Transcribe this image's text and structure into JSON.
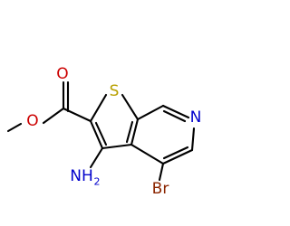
{
  "molecule": {
    "atoms": {
      "sulfur": {
        "symbol": "S",
        "color": "#b8a000"
      },
      "ring_nitrogen": {
        "symbol": "N",
        "color": "#0000cc"
      },
      "carbonyl_oxygen": {
        "symbol": "O",
        "color": "#cc0000"
      },
      "ester_oxygen": {
        "symbol": "O",
        "color": "#cc0000"
      },
      "amino_group": {
        "symbol": "NH",
        "subscript": "2",
        "color": "#0000cc"
      },
      "bromine": {
        "symbol": "Br",
        "color": "#8b2500"
      }
    },
    "bond_color": "#000000"
  }
}
